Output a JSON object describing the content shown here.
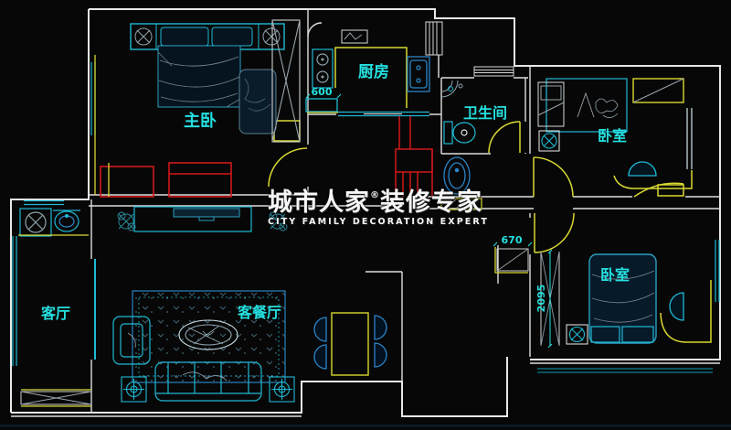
{
  "watermark": {
    "brand": "城市人家",
    "registered": "®",
    "tagline": "装修专家",
    "subtitle": "CITY FAMILY DECORATION EXPERT"
  },
  "rooms": {
    "master_bedroom": "主卧",
    "kitchen": "厨房",
    "bathroom": "卫生间",
    "bedroom_right": "卧室",
    "living_room": "客厅",
    "living_dining": "客餐厅",
    "bedroom_bottom": "卧室"
  },
  "dimensions": {
    "kitchen_cabinet": "600",
    "entry_cabinet": "670",
    "bedroom_depth": "2095"
  },
  "colors": {
    "background": "#070707",
    "walls": "#e8e8e8",
    "accent_yellow": "#d8d832",
    "furniture_cyan": "#1fb9d4",
    "furniture_blue": "#2b85c8",
    "highlight_red": "#d01818",
    "label_cyan": "#25e0e0",
    "watermark_white": "#f7f7f7"
  }
}
